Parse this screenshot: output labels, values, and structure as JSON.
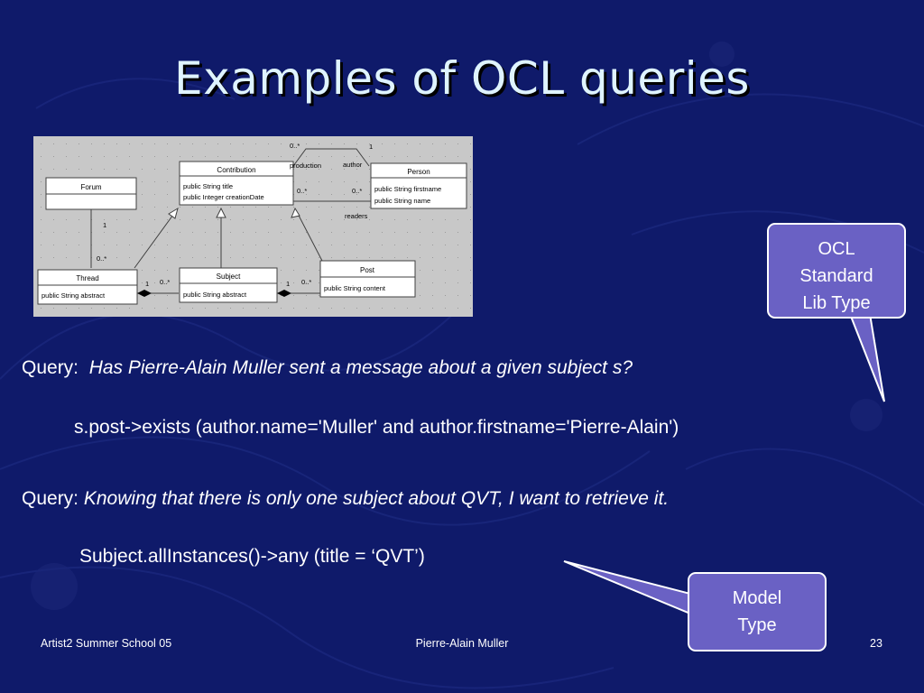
{
  "slide": {
    "title": "Examples of OCL queries",
    "colors": {
      "background": "#0f1a6a",
      "title": "#dff4ff",
      "callout_fill": "#6a61c4",
      "diagram_bg": "#c8c8c8"
    }
  },
  "diagram": {
    "classes": {
      "contribution": {
        "name": "Contribution",
        "attrs": [
          "public String title",
          "public Integer creationDate"
        ]
      },
      "person": {
        "name": "Person",
        "attrs": [
          "public String firstname",
          "public String name"
        ]
      },
      "forum": {
        "name": "Forum",
        "attrs": []
      },
      "thread": {
        "name": "Thread",
        "attrs": [
          "public String abstract"
        ]
      },
      "subject": {
        "name": "Subject",
        "attrs": [
          "public String abstract"
        ]
      },
      "post": {
        "name": "Post",
        "attrs": [
          "public String content"
        ]
      }
    },
    "labels": {
      "production": "production",
      "author": "author",
      "readers": "readers",
      "mult_prod_top": "0..*",
      "mult_author_top": "1",
      "mult_prod_bottom": "0..*",
      "mult_readers": "0..*",
      "mult_forum": "1",
      "mult_thread_top": "0..*",
      "mult_thread_1": "1",
      "mult_thread_many": "0..*",
      "mult_subject_1": "1",
      "mult_subject_many": "0..*"
    }
  },
  "query1": {
    "prefix": "Query:",
    "text": "Has Pierre-Alain Muller sent a message about a given subject s?",
    "code": "s.post->exists (author.name='Muller' and author.firstname='Pierre-Alain')"
  },
  "query2": {
    "prefix": "Query:",
    "text": "Knowing that there is only one subject about QVT, I want to retrieve it.",
    "code": "Subject.allInstances()->any (title = ‘QVT’)"
  },
  "callouts": {
    "ocl": [
      "OCL",
      "Standard",
      "Lib Type"
    ],
    "model": [
      "Model",
      "Type"
    ]
  },
  "footer": {
    "left": "Artist2 Summer School 05",
    "center": "Pierre-Alain Muller",
    "page": "23"
  }
}
